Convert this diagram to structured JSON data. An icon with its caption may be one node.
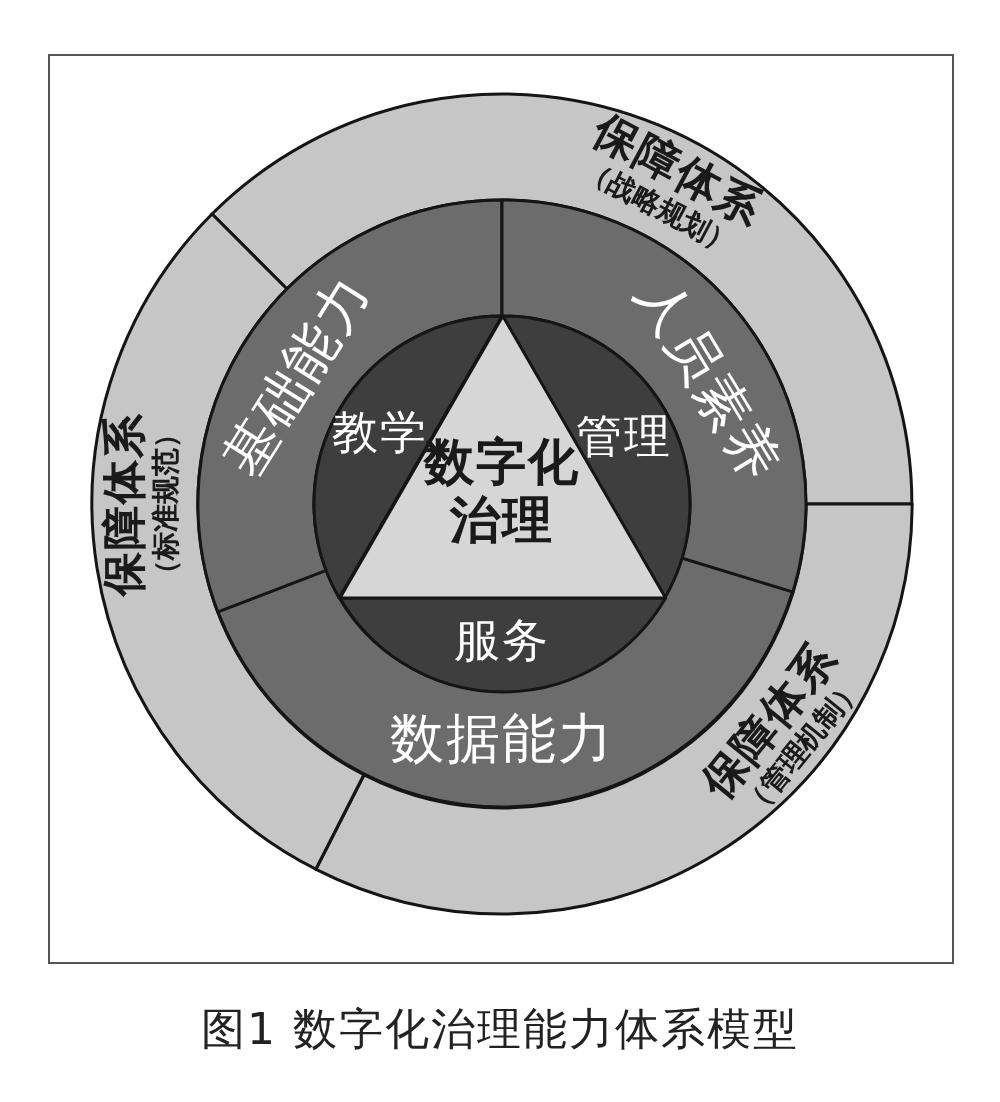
{
  "diagram": {
    "caption": "图1 数字化治理能力体系模型",
    "nodes": [
      {
        "text": [
          "保障体系",
          "（战略规划）"
        ]
      },
      {
        "text": [
          "保障体系",
          "（管理机制）"
        ]
      },
      {
        "text": [
          "保障体系",
          "（标准规范）"
        ]
      },
      {
        "text": [
          "基础能力"
        ]
      },
      {
        "text": [
          "人员素养"
        ]
      },
      {
        "text": [
          "数据能力"
        ]
      },
      {
        "text": [
          "教学"
        ]
      },
      {
        "text": [
          "管理"
        ]
      },
      {
        "text": [
          "服务"
        ]
      },
      {
        "text": [
          "数字化治理"
        ]
      }
    ]
  }
}
